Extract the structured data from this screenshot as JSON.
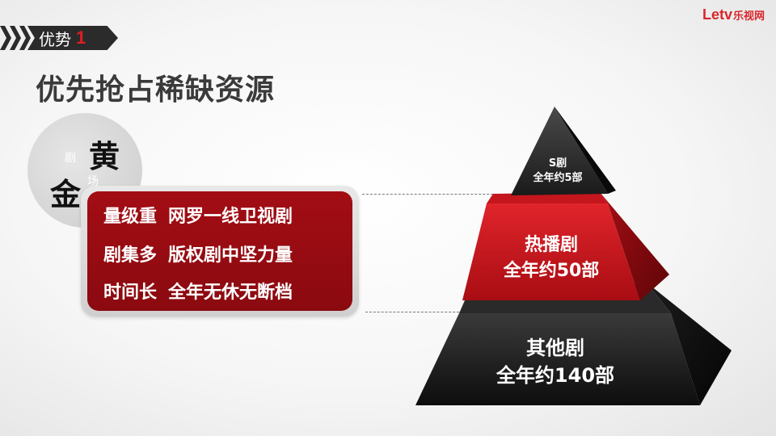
{
  "logo": {
    "brand": "Letv",
    "cn": "乐视网"
  },
  "tag": {
    "label": "优势",
    "number": "1"
  },
  "title": "优先抢占稀缺资源",
  "badge": {
    "huang": "黄",
    "jin": "金",
    "ju": "剧",
    "chang": "场"
  },
  "points": [
    {
      "key": "量级重",
      "value": "网罗一线卫视剧"
    },
    {
      "key": "剧集多",
      "value": "版权剧中坚力量"
    },
    {
      "key": "时间长",
      "value": "全年无休无断档"
    }
  ],
  "pyramid": {
    "top": {
      "name": "S剧",
      "count": "全年约5部"
    },
    "middle": {
      "name": "热播剧",
      "count": "全年约50部"
    },
    "bottom": {
      "name": "其他剧",
      "count": "全年约140部"
    }
  },
  "colors": {
    "accent": "#e11d24",
    "dark_red": "#9a0c12",
    "dark": "#2b2b2b"
  }
}
